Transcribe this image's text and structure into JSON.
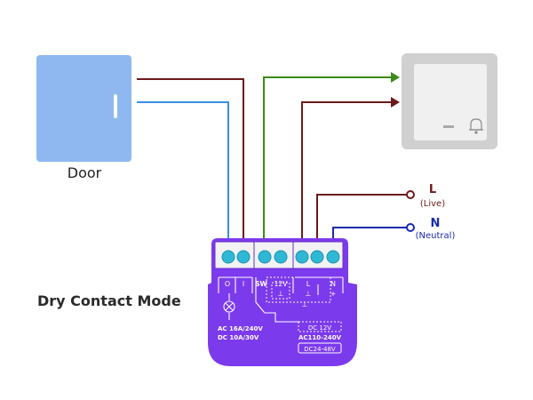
{
  "title": "Dry Contact Mode",
  "door": {
    "label": "Door"
  },
  "live": {
    "letter": "L",
    "name": "(Live)"
  },
  "neutral": {
    "letter": "N",
    "name": "(Neutral)"
  },
  "device": {
    "label_o": "O",
    "label_i": "I",
    "label_sw": "SW",
    "label_12v": "12V",
    "label_l": "L",
    "label_n": "N",
    "label_plus": "+",
    "ground_symbol": "⊥",
    "rating_ac": "AC 16A/240V",
    "rating_dc": "DC 10A/30V",
    "supply_dc12": "DC 12V",
    "supply_ac": "AC110-240V",
    "supply_dc2448": "DC24-48V"
  },
  "colors": {
    "dark_red": "#6b1a1a",
    "blue": "#3a8fe0",
    "green": "#3a8a1a",
    "navy": "#1a2ab0",
    "device_purple": "#7c3aed",
    "terminal_teal": "#2fb8d6"
  }
}
